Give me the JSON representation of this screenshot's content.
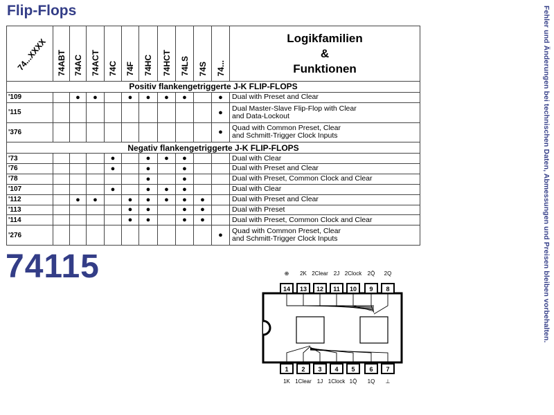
{
  "title": "Flip-Flops",
  "side_note": "Fehler und Änderungen bei technischen Daten, Abmessungen und Preisen bleiben vorbehalten.",
  "table": {
    "corner_label": "74...XXXX",
    "families": [
      "74ABT",
      "74AC",
      "74ACT",
      "74C",
      "74F",
      "74HC",
      "74HCT",
      "74LS",
      "74S",
      "74..."
    ],
    "heading": [
      "Logikfamilien",
      "&",
      "Funktionen"
    ],
    "sections": [
      {
        "title": "Positiv flankengetriggerte J-K FLIP-FLOPS",
        "rows": [
          {
            "code": "'109",
            "dots": [
              false,
              true,
              true,
              false,
              true,
              true,
              true,
              true,
              false,
              true
            ],
            "desc": [
              "Dual with Preset and Clear"
            ]
          },
          {
            "code": "'115",
            "dots": [
              false,
              false,
              false,
              false,
              false,
              false,
              false,
              false,
              false,
              true
            ],
            "desc": [
              "Dual Master-Slave Flip-Flop with Clear",
              "and Data-Lockout"
            ]
          },
          {
            "code": "'376",
            "dots": [
              false,
              false,
              false,
              false,
              false,
              false,
              false,
              false,
              false,
              true
            ],
            "desc": [
              "Quad with Common Preset, Clear",
              "and Schmitt-Trigger Clock Inputs"
            ]
          }
        ]
      },
      {
        "title": "Negativ flankengetriggerte J-K FLIP-FLOPS",
        "rows": [
          {
            "code": "'73",
            "dots": [
              false,
              false,
              false,
              true,
              false,
              true,
              true,
              true,
              false,
              false
            ],
            "desc": [
              "Dual with Clear"
            ]
          },
          {
            "code": "'76",
            "dots": [
              false,
              false,
              false,
              true,
              false,
              true,
              false,
              true,
              false,
              false
            ],
            "desc": [
              "Dual with Preset and Clear"
            ]
          },
          {
            "code": "'78",
            "dots": [
              false,
              false,
              false,
              false,
              false,
              true,
              false,
              true,
              false,
              false
            ],
            "desc": [
              "Dual with Preset, Common Clock and Clear"
            ]
          },
          {
            "code": "'107",
            "dots": [
              false,
              false,
              false,
              true,
              false,
              true,
              true,
              true,
              false,
              false
            ],
            "desc": [
              "Dual with Clear"
            ]
          },
          {
            "code": "'112",
            "dots": [
              false,
              true,
              true,
              false,
              true,
              true,
              true,
              true,
              true,
              false
            ],
            "desc": [
              "Dual with Preset and Clear"
            ]
          },
          {
            "code": "'113",
            "dots": [
              false,
              false,
              false,
              false,
              true,
              true,
              false,
              true,
              true,
              false
            ],
            "desc": [
              "Dual with Preset"
            ]
          },
          {
            "code": "'114",
            "dots": [
              false,
              false,
              false,
              false,
              true,
              true,
              false,
              true,
              true,
              false
            ],
            "desc": [
              "Dual with Preset, Common Clock and Clear"
            ]
          },
          {
            "code": "'276",
            "dots": [
              false,
              false,
              false,
              false,
              false,
              false,
              false,
              false,
              false,
              true
            ],
            "desc": [
              "Quad with Common Preset, Clear",
              "and Schmitt-Trigger Clock Inputs"
            ]
          }
        ]
      }
    ]
  },
  "part_number": "74115",
  "pinout": {
    "top_labels": [
      "⊕",
      "2K",
      "2Clear",
      "2J",
      "2Clock",
      "2Q̄",
      "2Q"
    ],
    "top_pins": [
      "14",
      "13",
      "12",
      "11",
      "10",
      "9",
      "8"
    ],
    "bottom_pins": [
      "1",
      "2",
      "3",
      "4",
      "5",
      "6",
      "7"
    ],
    "bottom_labels": [
      "1K",
      "1Clear",
      "1J",
      "1Clock",
      "1Q̄",
      "1Q",
      "⊥"
    ]
  }
}
